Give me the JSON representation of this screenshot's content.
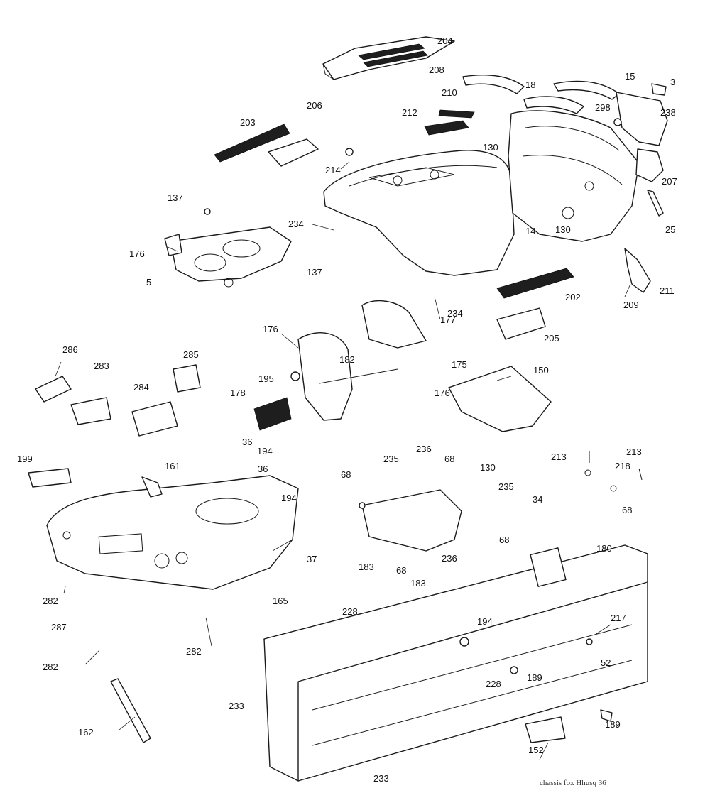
{
  "diagram": {
    "footer_text": "chassis fox Hhusq 36",
    "callouts": [
      {
        "id": "c204",
        "text": "204"
      },
      {
        "id": "c208",
        "text": "208"
      },
      {
        "id": "c18",
        "text": "18"
      },
      {
        "id": "c15",
        "text": "15"
      },
      {
        "id": "c3",
        "text": "3"
      },
      {
        "id": "c210",
        "text": "210"
      },
      {
        "id": "c212",
        "text": "212"
      },
      {
        "id": "c298",
        "text": "298"
      },
      {
        "id": "c238",
        "text": "238"
      },
      {
        "id": "c206",
        "text": "206"
      },
      {
        "id": "c203",
        "text": "203"
      },
      {
        "id": "c130a",
        "text": "130"
      },
      {
        "id": "c214",
        "text": "214"
      },
      {
        "id": "c207",
        "text": "207"
      },
      {
        "id": "c137a",
        "text": "137"
      },
      {
        "id": "c234a",
        "text": "234"
      },
      {
        "id": "c14",
        "text": "14"
      },
      {
        "id": "c130b",
        "text": "130"
      },
      {
        "id": "c25",
        "text": "25"
      },
      {
        "id": "c176a",
        "text": "176"
      },
      {
        "id": "c137b",
        "text": "137"
      },
      {
        "id": "c5",
        "text": "5"
      },
      {
        "id": "c202",
        "text": "202"
      },
      {
        "id": "c211",
        "text": "211"
      },
      {
        "id": "c209",
        "text": "209"
      },
      {
        "id": "c234b",
        "text": "234"
      },
      {
        "id": "c177",
        "text": "177"
      },
      {
        "id": "c176b",
        "text": "176"
      },
      {
        "id": "c205",
        "text": "205"
      },
      {
        "id": "c286",
        "text": "286"
      },
      {
        "id": "c285",
        "text": "285"
      },
      {
        "id": "c283",
        "text": "283"
      },
      {
        "id": "c182",
        "text": "182"
      },
      {
        "id": "c175",
        "text": "175"
      },
      {
        "id": "c150",
        "text": "150"
      },
      {
        "id": "c284",
        "text": "284"
      },
      {
        "id": "c195",
        "text": "195"
      },
      {
        "id": "c178",
        "text": "178"
      },
      {
        "id": "c176c",
        "text": "176"
      },
      {
        "id": "c199",
        "text": "199"
      },
      {
        "id": "c36a",
        "text": "36"
      },
      {
        "id": "c194a",
        "text": "194"
      },
      {
        "id": "c161",
        "text": "161"
      },
      {
        "id": "c36b",
        "text": "36"
      },
      {
        "id": "c130c",
        "text": "130"
      },
      {
        "id": "c236a",
        "text": "236"
      },
      {
        "id": "c68a",
        "text": "68"
      },
      {
        "id": "c213a",
        "text": "213"
      },
      {
        "id": "c213b",
        "text": "213"
      },
      {
        "id": "c235a",
        "text": "235"
      },
      {
        "id": "c218",
        "text": "218"
      },
      {
        "id": "c68b",
        "text": "68"
      },
      {
        "id": "c235b",
        "text": "235"
      },
      {
        "id": "c34",
        "text": "34"
      },
      {
        "id": "c194b",
        "text": "194"
      },
      {
        "id": "c68c",
        "text": "68"
      },
      {
        "id": "c68d",
        "text": "68"
      },
      {
        "id": "c180",
        "text": "180"
      },
      {
        "id": "c37",
        "text": "37"
      },
      {
        "id": "c236b",
        "text": "236"
      },
      {
        "id": "c183a",
        "text": "183"
      },
      {
        "id": "c68e",
        "text": "68"
      },
      {
        "id": "c183b",
        "text": "183"
      },
      {
        "id": "c282a",
        "text": "282"
      },
      {
        "id": "c165",
        "text": "165"
      },
      {
        "id": "c228a",
        "text": "228"
      },
      {
        "id": "c287",
        "text": "287"
      },
      {
        "id": "c217",
        "text": "217"
      },
      {
        "id": "c194c",
        "text": "194"
      },
      {
        "id": "c282b",
        "text": "282"
      },
      {
        "id": "c282c",
        "text": "282"
      },
      {
        "id": "c52",
        "text": "52"
      },
      {
        "id": "c228b",
        "text": "228"
      },
      {
        "id": "c189a",
        "text": "189"
      },
      {
        "id": "c233a",
        "text": "233"
      },
      {
        "id": "c162",
        "text": "162"
      },
      {
        "id": "c189b",
        "text": "189"
      },
      {
        "id": "c152",
        "text": "152"
      },
      {
        "id": "c233b",
        "text": "233"
      }
    ]
  }
}
